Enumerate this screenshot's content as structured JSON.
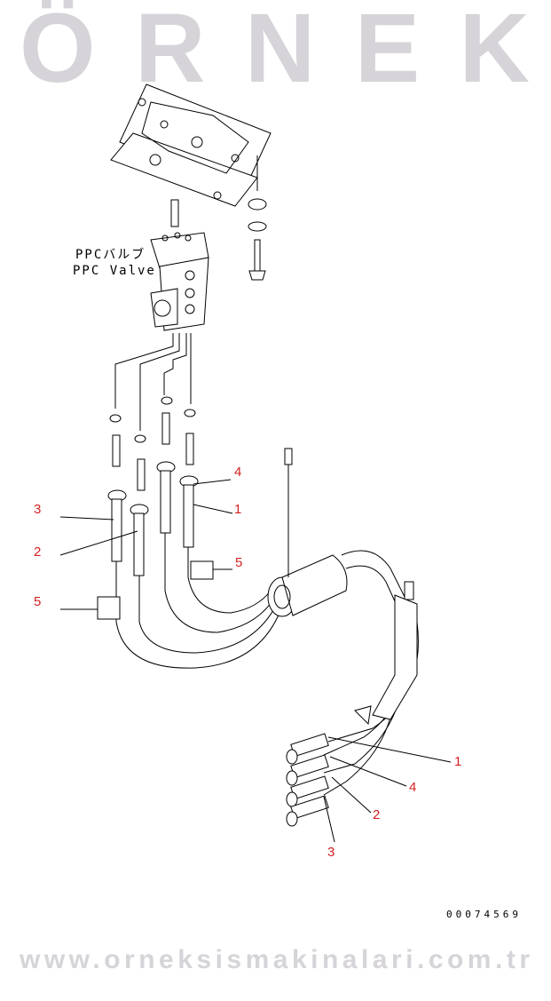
{
  "valve_label": {
    "jp": "PPCバルブ",
    "en": "PPC Valve"
  },
  "callouts": {
    "upper": [
      "3",
      "4",
      "1",
      "2",
      "5",
      "5"
    ],
    "lower": [
      "1",
      "4",
      "2",
      "3"
    ]
  },
  "drawing_number": "00074569",
  "watermark": {
    "brand": "ÖRNEK",
    "url": "www.orneksismakinalari.com.tr"
  },
  "colors": {
    "callout": "#d42020",
    "watermark": "#c9c6cc"
  }
}
